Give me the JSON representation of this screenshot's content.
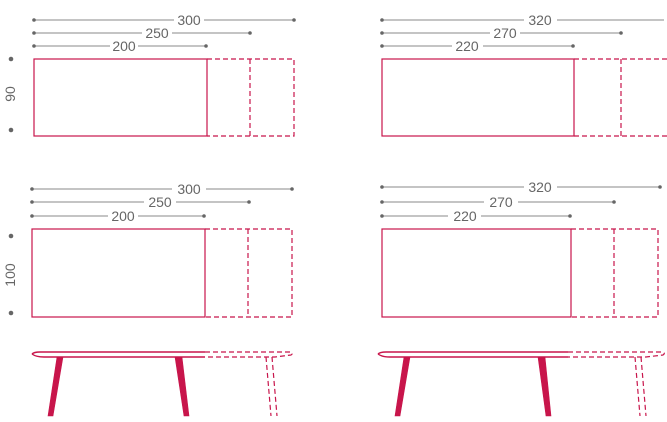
{
  "colors": {
    "accent": "#c8154b",
    "dimension": "#8a8a8a",
    "text": "#666666"
  },
  "panels": [
    {
      "id": "a",
      "depth": "90",
      "widths": [
        "300",
        "250",
        "200"
      ]
    },
    {
      "id": "b",
      "depth": "90",
      "widths": [
        "320",
        "270",
        "220"
      ]
    },
    {
      "id": "c",
      "depth": "100",
      "widths": [
        "300",
        "250",
        "200"
      ]
    },
    {
      "id": "d",
      "depth": "100",
      "widths": [
        "320",
        "270",
        "220"
      ]
    }
  ]
}
